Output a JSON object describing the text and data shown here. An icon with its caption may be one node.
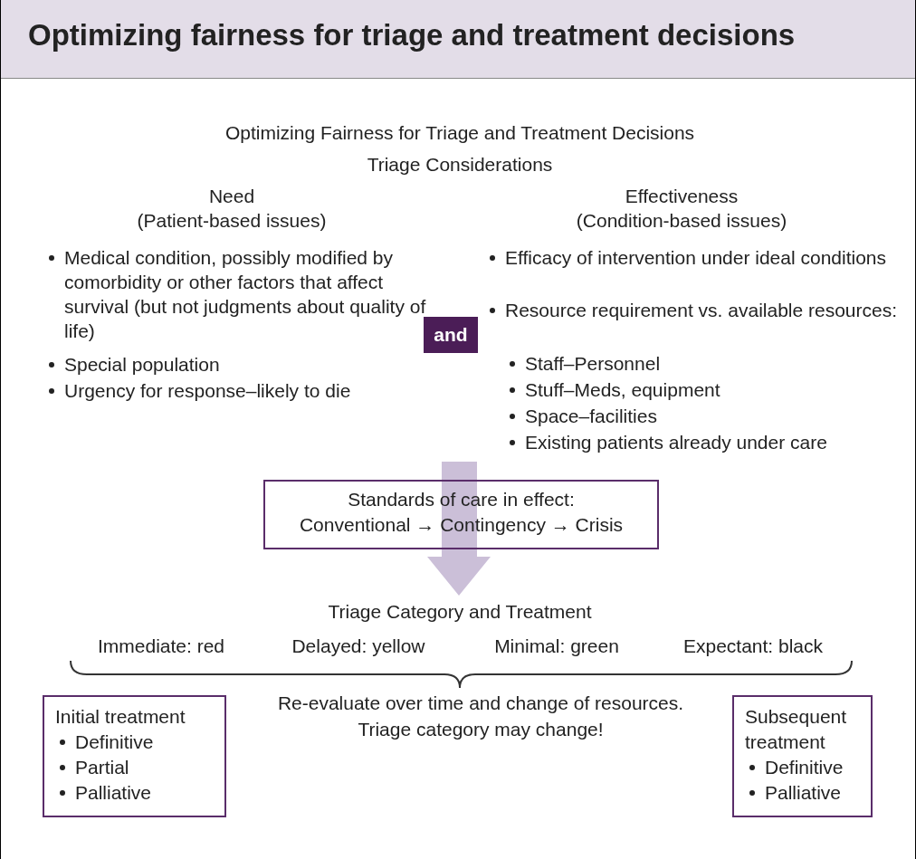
{
  "diagram": {
    "title": "Optimizing fairness for triage and treatment decisions",
    "nodes": [
      {
        "text": [
          "and"
        ]
      },
      {
        "text": [
          "Standards of care in effect:",
          "Conventional → Contingency → Crisis"
        ]
      },
      {
        "text": [
          "Initial treatment",
          "Definitive",
          "Partial",
          "Palliative"
        ]
      },
      {
        "text": [
          "Subsequent treatment",
          "Definitive",
          "Palliative"
        ]
      }
    ],
    "labels": [
      "Optimizing Fairness for Triage and Treatment Decisions",
      "Triage Considerations",
      "Need",
      "(Patient-based issues)",
      "Medical condition, possibly modified by comorbidity or other factors that affect survival (but not judgments about quality of life)",
      "Special population",
      "Urgency for response–likely to die",
      "Effectiveness",
      "(Condition-based issues)",
      "Efficacy of intervention under ideal conditions",
      "Resource requirement vs. available resources:",
      "Staff–Personnel",
      "Stuff–Meds, equipment",
      "Space–facilities",
      "Existing patients already under care",
      "Triage Category and Treatment",
      "Immediate: red",
      "Delayed: yellow",
      "Minimal: green",
      "Expectant: black",
      "Re-evaluate over time and change of resources.",
      "Triage category may change!"
    ]
  }
}
